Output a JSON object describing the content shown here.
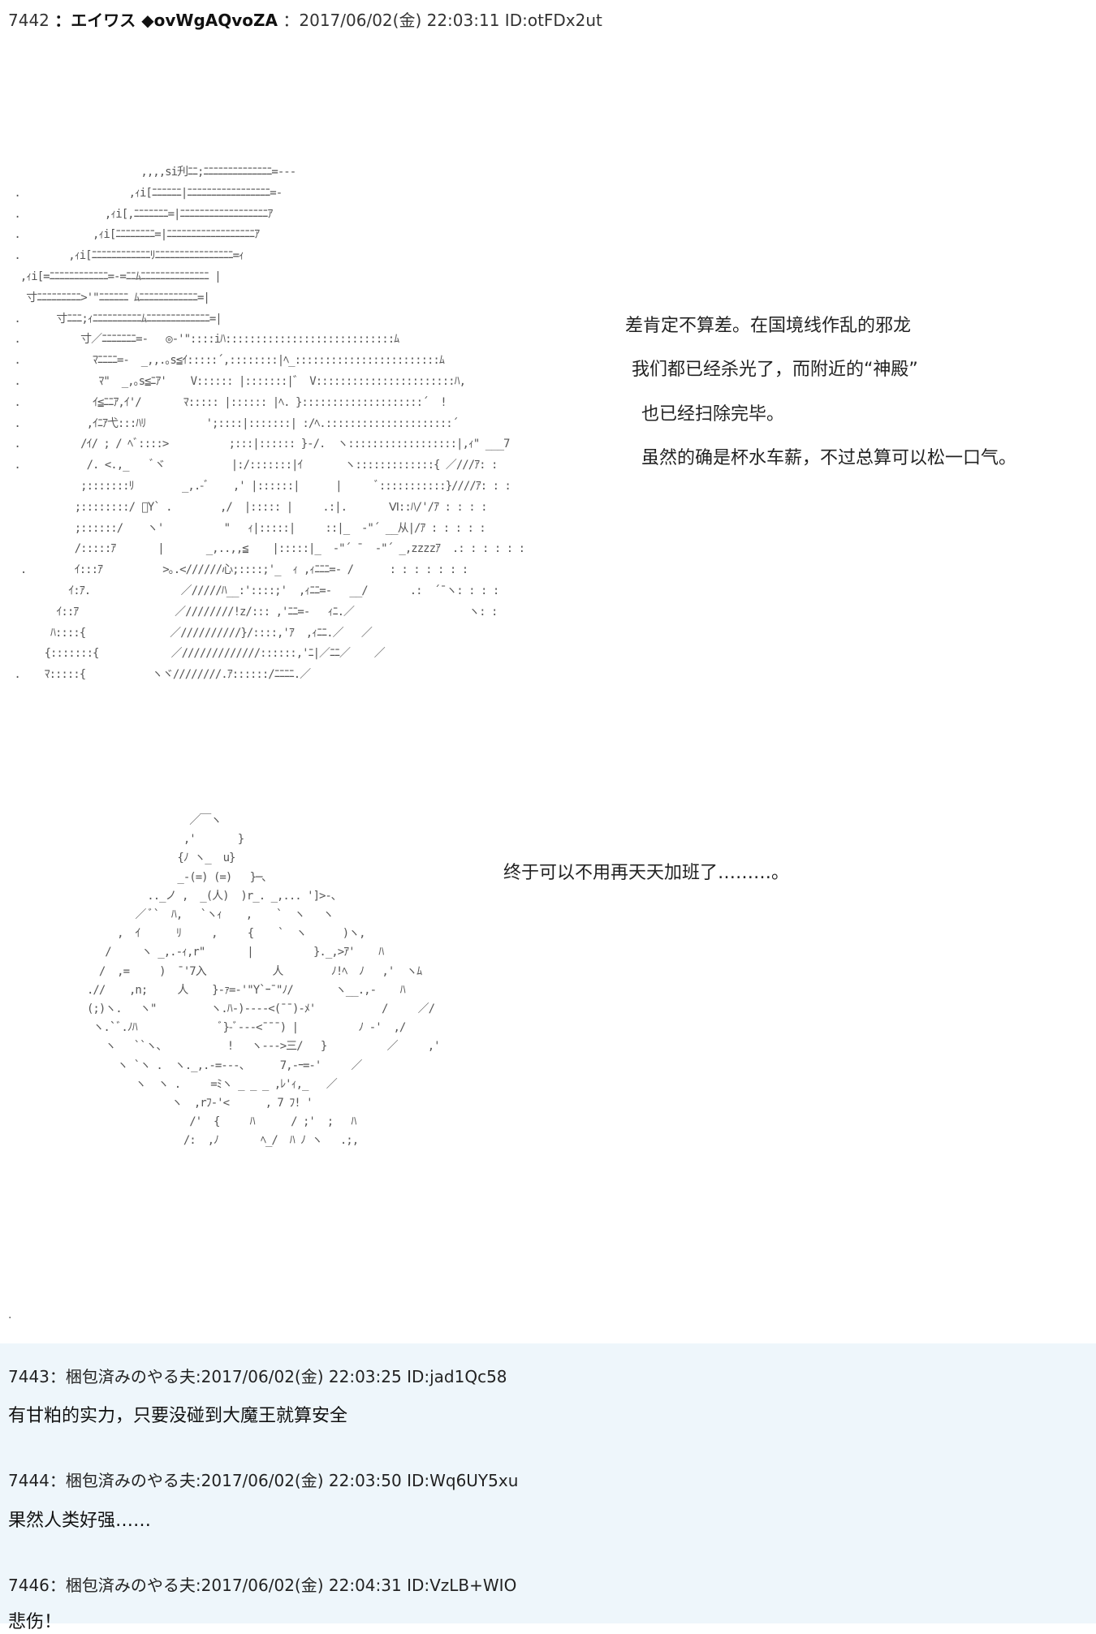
{
  "post_main": {
    "number": "7442",
    "name": "：エイワス ◆ovWgAQvoZA",
    "meta": "：2017/06/02(金) 22:03:11 ID:otFDx2ut",
    "art_top": "                      ,,,,sі刋ﾆﾆ;ﾆﾆﾆﾆﾆﾆﾆﾆﾆﾆﾆﾆﾆﾆ=---\n .                  ,ｨi[ﾆﾆﾆﾆﾆﾆ|ﾆﾆﾆﾆﾆﾆﾆﾆﾆﾆﾆﾆﾆﾆﾆﾆﾆ=-\n .              ,ｨi[,ﾆﾆﾆﾆﾆﾆﾆ=|ﾆﾆﾆﾆﾆﾆﾆﾆﾆﾆﾆﾆﾆﾆﾆﾆﾆﾆｱ\n .            ,ｨi[ﾆﾆﾆﾆﾆﾆﾆﾆ=|ﾆﾆﾆﾆﾆﾆﾆﾆﾆﾆﾆﾆﾆﾆﾆﾆﾆﾆｱ\n .        ,ｨi[ﾆﾆﾆﾆﾆﾆﾆﾆﾆﾆﾆﾆﾘﾆﾆﾆﾆﾆﾆﾆﾆﾆﾆﾆﾆﾆﾆﾆﾆ=ｨ\n  ,ｨi[=ﾆﾆﾆﾆﾆﾆﾆﾆﾆﾆﾆﾆ=-=ﾆﾆﾑﾆﾆﾆﾆﾆﾆﾆﾆﾆﾆﾆﾆﾆﾆ |\n   寸ﾆﾆﾆﾆﾆﾆﾆﾆﾆ>'\"ﾆﾆﾆﾆﾆﾆ ﾑﾆﾆﾆﾆﾆﾆﾆﾆﾆﾆﾆﾆ=|\n .      寸ﾆﾆﾆ;ｨﾆﾆﾆﾆﾆﾆﾆﾆﾆﾆﾑﾆﾆﾆﾆﾆﾆﾆﾆﾆﾆﾆﾆﾆ=|\n .          寸／ﾆﾆﾆﾆﾆﾆﾆ=-   ◎-'\"::::iﾊ::::::::::::::::::::::::::::ﾑ\n .            ﾏﾆﾆﾆﾆ=-  _,,.｡s≦ｲ:::::´,::::::::|ﾍ_::::::::::::::::::::::::ﾑ\n .             ﾏ\"  _,｡s≦ﾆｱ'    V:::::: |:::::::|゛ V:::::::::::::::::::::::ﾊ,\n .            ｲ≦ﾆﾆｱ,ｲ'/       ﾏ::::: |:::::: |ﾍ. }::::::::::::::::::::´  !\n .           ,ｲﾆｱ弋:::ﾊﾘ          ';::::|:::::::| :/ﾍ.:::::::::::::::::::::´\n .          /ｲ/ ; / ﾍﾞ::::>          ;:::|:::::: }-/.  ヽ::::::::::::::::::|,ｨ\" ___7\n .           /. <.,_    ﾞヾ           |:/:::::::|ｲ       ヽ:::::::::::::{ ／///ｱ: :\n            ;:::::::ﾘ        _,.-ﾞ    ,' |::::::|      |      ﾞ:::::::::::}////ｱ: : :\n           ;::::::::/ ﾞY` .        ,/  |::::: |     .:|.       Ⅵ::ﾊ/'/ｱ : : : :\n           ;::::::/    ヽ'          \"   ｨ|:::::|     ::|_  -\"´ __从|/ｱ : : : : :\n           /:::::ｱ       |       _,..,,≦    |:::::|_  -\"´ ¯  -\"´ _,zzzzｱ  .: : : : : :\n  .        ｲ:::ｱ          >｡.<//////心;::::;'_  ｨ ,ｨﾆﾆﾆ=- /      : : : : : : :\n          ｲ:ｱ.               ／/////ﾊ__:'::::;'  ,ｨﾆﾆ=-   __/       .:  ´¯ヽ: : : :\n        ｲ::ｱ                ／////////!z/::: ,'ﾆﾆ=-   ｨﾆ.／                   ヽ: :\n       ﾊ::::{              ／//////////}/::::,'ｱ  ,ｨﾆﾆ.／   ／\n      {:::::::{            ／/////////////::::::,'ﾆ|／ﾆﾆ／    ／\n .    ﾏ:::::{           ヽヾ////////.ｱ::::::/ﾆﾆﾆﾆ.／",
    "art_muscle": "                        ／￣ヽ\n                       ,'       }\n                      {ﾉ ヽ_  u}\n                      _-(=) (=)   }─､\n                 .._ノ ,  _(人)  )r_. _,... ']>-､\n               ／ ﾞ`  ﾊ,   `ヽｨ    ,    `  ヽ   ヽ\n            ,  ｲ      ﾘ     ,     {    `  ヽ      )ヽ,\n          /     ヽ _,.-ｨ,r\"       |          }._,>ｱ'    ﾊ\n         /  ,=     )  ¯'7入           人        ﾉ!ﾍ  ﾉ   ,'  ヽﾑ\n       .//    ,n;     人    }-ｧ=-'\"Y`ｰ¯\"ﾉ/       ヽ__.,-    ﾊ\n       (;)ヽ.   ヽ\"         ヽ.ﾊ-)----<(¯¯)-ﾒ'           /     ／/\n        ヽ.`ﾞ.ﾉﾊ              ﾞ}-ﾞ---<¯¯¯) |          ﾉ -'  ,/\n          ヽ   ``ヽ、          !   ヽ--->三/   }          ／     ,'\n            ヽ `ヽ .  ヽ._,.-=---、     7,-ｰ=-'     ／\n               ヽ  ヽ .     =ﾐヽ _ _ _ ,ﾚ'ｨ,_   ／\n                     ヽ  ,rﾌ-'<      , 7 ﾌ! '\n                        /'  {     ﾊ      / ;'  ;   ﾊ\n                       /:  ,ﾉ       ﾍ_/  ﾊ ﾉ ヽ   .;,",
    "dialogue_1": "差肯定不算差。在国境线作乱的邪龙",
    "dialogue_2": "我们都已经杀光了，而附近的“神殿”",
    "dialogue_3": "也已经扫除完毕。",
    "dialogue_4": "虽然的确是杯水车薪，不过总算可以松一口气。",
    "dialogue_5": "终于可以不用再天天加班了………。",
    "trailing_dot": "."
  },
  "replies": [
    {
      "number": "7443",
      "name": "：梱包済みのやる夫",
      "meta": ":2017/06/02(金) 22:03:25 ID:jad1Qc58",
      "body": "有甘粕的实力，只要没碰到大魔王就算安全"
    },
    {
      "number": "7444",
      "name": "：梱包済みのやる夫",
      "meta": ":2017/06/02(金) 22:03:50 ID:Wq6UY5xu",
      "body": "果然人类好强……"
    },
    {
      "number": "7446",
      "name": "：梱包済みのやる夫",
      "meta": ":2017/06/02(金) 22:04:31 ID:VzLB+WIO",
      "body": "悲伤！"
    }
  ],
  "colors": {
    "reply_background": "#eef6fb",
    "art_color": "#555555"
  }
}
